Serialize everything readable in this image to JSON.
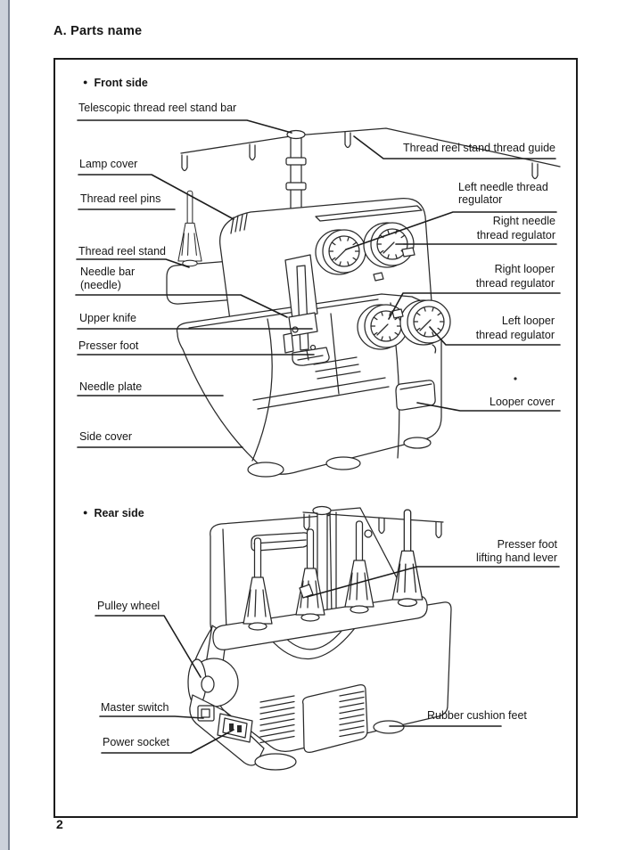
{
  "page": {
    "heading": "A. Parts name",
    "page_number": "2"
  },
  "front": {
    "bullet": "●",
    "section_label": "Front side",
    "labels": {
      "telescopic_bar": "Telescopic thread reel stand bar",
      "thread_guide": "Thread reel stand thread guide",
      "lamp_cover": "Lamp cover",
      "left_needle_regulator": "Left needle thread\nregulator",
      "thread_reel_pins": "Thread reel pins",
      "right_needle_regulator": "Right needle\nthread regulator",
      "thread_reel_stand": "Thread reel stand",
      "right_looper_regulator": "Right looper\nthread regulator",
      "needle_bar": "Needle bar\n(needle)",
      "left_looper_regulator": "Left looper\nthread regulator",
      "upper_knife": "Upper knife",
      "presser_foot": "Presser foot",
      "needle_plate": "Needle plate",
      "looper_cover": "Looper cover",
      "side_cover": "Side cover"
    }
  },
  "rear": {
    "bullet": "●",
    "section_label": "Rear side",
    "labels": {
      "presser_foot_lifting_hand_lever": "Presser foot\nlifting hand lever",
      "pulley_wheel": "Pulley wheel",
      "master_switch": "Master switch",
      "power_socket": "Power socket",
      "rubber_cushion_feet": "Rubber cushion feet"
    }
  }
}
